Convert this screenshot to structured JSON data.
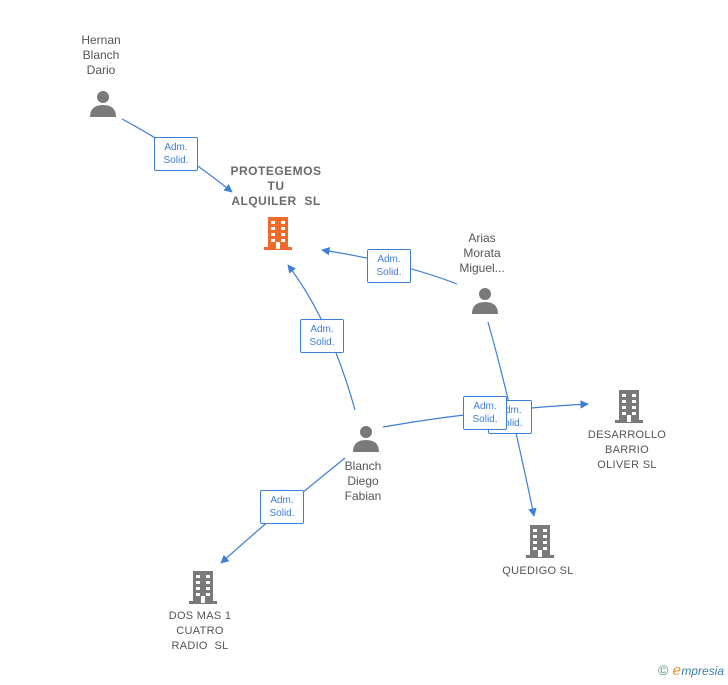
{
  "colors": {
    "edge": "#3d7ed9",
    "person_icon": "#7a7a7a",
    "company_icon": "#7a7a7a",
    "main_company_icon": "#f26a2b",
    "label_text": "#555555"
  },
  "nodes": {
    "hernan": {
      "name": [
        "Hernan",
        "Blanch",
        "Dario"
      ],
      "icon": "person-icon"
    },
    "arias": {
      "name": [
        "Arias",
        "Morata",
        "Miguel..."
      ],
      "icon": "person-icon"
    },
    "blanch_diego": {
      "name": [
        "Blanch",
        "Diego",
        "Fabian"
      ],
      "icon": "person-icon"
    },
    "protegemos": {
      "name": [
        "PROTEGEMOS",
        "TU",
        "ALQUILER  SL"
      ],
      "icon": "building-icon"
    },
    "desarrollo": {
      "name": [
        "DESARROLLO",
        "BARRIO",
        "OLIVER SL"
      ],
      "icon": "building-icon"
    },
    "quedigo": {
      "name": [
        "QUEDIGO SL"
      ],
      "icon": "building-icon"
    },
    "dos_mas": {
      "name": [
        "DOS MAS 1",
        "CUATRO",
        "RADIO  SL"
      ],
      "icon": "building-icon"
    }
  },
  "edges": [
    {
      "from": "hernan",
      "to": "protegemos",
      "label": [
        "Adm.",
        "Solid."
      ]
    },
    {
      "from": "arias",
      "to": "protegemos",
      "label": [
        "Adm.",
        "Solid."
      ]
    },
    {
      "from": "blanch_diego",
      "to": "protegemos",
      "label": [
        "Adm.",
        "Solid."
      ]
    },
    {
      "from": "arias",
      "to": "quedigo",
      "label": [
        "Adm.",
        "Solid."
      ]
    },
    {
      "from": "blanch_diego",
      "to": "desarrollo",
      "label": [
        "Adm.",
        "Solid."
      ]
    },
    {
      "from": "blanch_diego",
      "to": "dos_mas",
      "label": [
        "Adm.",
        "Solid."
      ]
    }
  ],
  "footer": {
    "copyright": "©",
    "brand_initial": "e",
    "brand_rest": "mpresia"
  }
}
